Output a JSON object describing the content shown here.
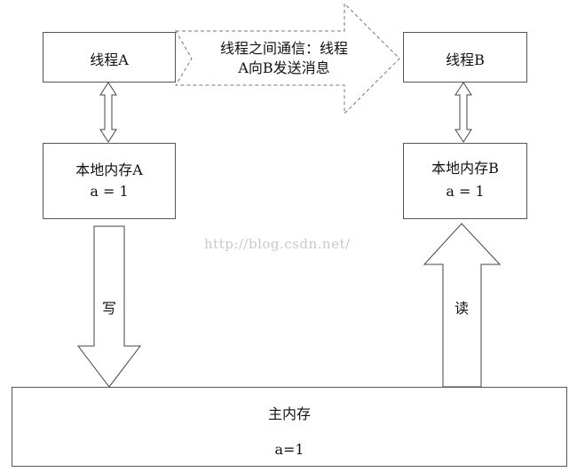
{
  "thread_a": {
    "label": "线程A"
  },
  "thread_b": {
    "label": "线程B"
  },
  "comm_arrow": {
    "line1": "线程之间通信：线程",
    "line2": "A向B发送消息"
  },
  "local_mem_a": {
    "title": "本地内存A",
    "value": "a = 1"
  },
  "local_mem_b": {
    "title": "本地内存B",
    "value": "a = 1"
  },
  "write_arrow": {
    "label": "写"
  },
  "read_arrow": {
    "label": "读"
  },
  "main_memory": {
    "title": "主内存",
    "value": "a=1"
  },
  "watermark": "http://blog.csdn.net/"
}
